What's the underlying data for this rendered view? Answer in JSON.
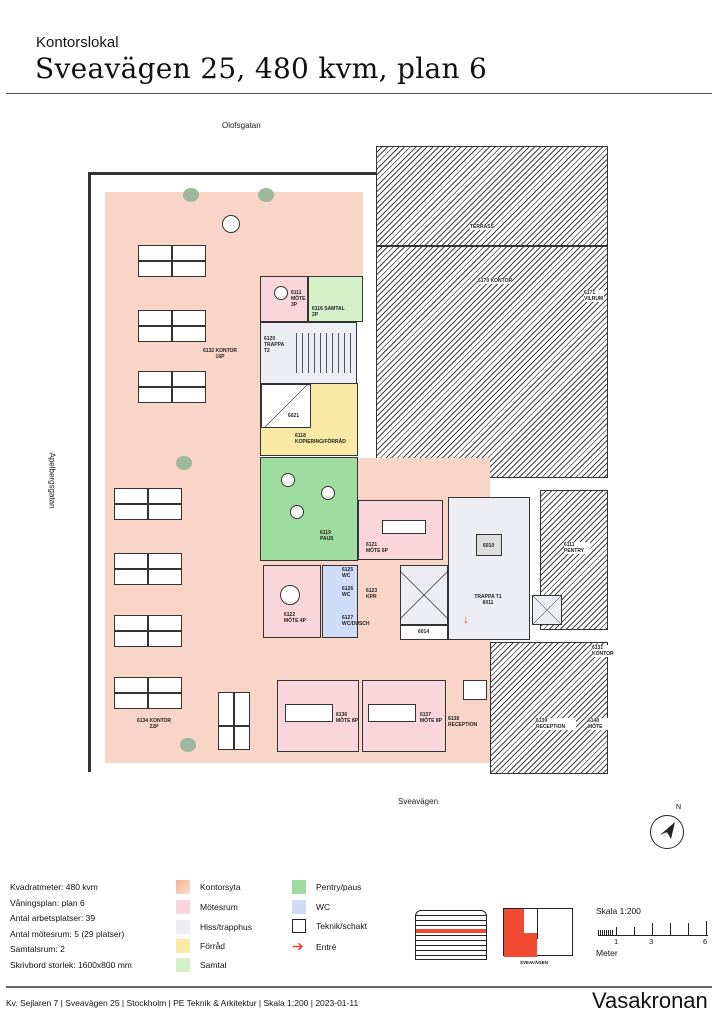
{
  "header": {
    "kicker": "Kontorslokal",
    "title": "Sveavägen 25, 480 kvm, plan 6"
  },
  "streets": {
    "north": "Olofsgatan",
    "west": "Apelbergsgatan",
    "south": "Sveavägen"
  },
  "rooms": {
    "r6132": "6132 Kontor 16P",
    "r6134": "6134 Kontor 22P",
    "r6111": "6111 Möte 3P",
    "r6116": "6116 Samtal 2P",
    "r6120": "6120 Trappa T2",
    "r6021": "6021",
    "r6118": "6118 Kopiering/Förråd",
    "r6119": "6119 Paus",
    "r6121": "6121 Möte 6P",
    "r6122": "6122 Möte 4P",
    "r6125": "6125 WC",
    "r6126": "6126 WC",
    "r6123": "6123 KPR",
    "r6127": "6127 WC/DUSCH",
    "r6014": "6014",
    "t1": "Trappa T1 6011",
    "r6010": "6010",
    "r6136": "6136 Möte 8P",
    "r6137": "6137 Möte 8P",
    "r6138": "6138 Reception",
    "terrass": "Terrass",
    "n_kontor": "6170 Kontor",
    "n_vilrum": "6171 Vilrum",
    "e_pentry": "6111 Pentry",
    "e_reception": "6139 Reception",
    "e_mote": "6140 Möte",
    "e_kontor": "6131 Kontor"
  },
  "info": [
    "Kvadratmeter: 480 kvm",
    "Våningsplan: plan 6",
    "Antal arbetsplatser: 39",
    "Antal mötesrum: 5 (29 platser)",
    "Samtalsrum: 2",
    "Skrivbord storlek: 1600x800 mm"
  ],
  "legend": [
    {
      "label": "Kontorsyta",
      "color": "#f8c4a8"
    },
    {
      "label": "Mötesrum",
      "color": "#f9d6dc"
    },
    {
      "label": "Hiss/trapphus",
      "color": "#eceef3"
    },
    {
      "label": "Förråd",
      "color": "#faeaa5"
    },
    {
      "label": "Samtal",
      "color": "#d3f0c6"
    },
    {
      "label": "Pentry/paus",
      "color": "#9fdca0"
    },
    {
      "label": "WC",
      "color": "#cfdcf7"
    },
    {
      "label": "Teknik/schakt",
      "color": "#ffffff"
    },
    {
      "label": "Entré",
      "color": "#e8462e"
    }
  ],
  "keyplan": {
    "street": "SVEAVÄGEN",
    "highlight": "#f04a32"
  },
  "scale": {
    "label": "Skala 1:200",
    "ticks": [
      "1",
      "3",
      "6"
    ],
    "unit": "Meter"
  },
  "footer": "Kv. Sejlaren 7  |  Sveavägen 25  |  Stockholm  |  PE Teknik & Arkitektur  |  Skala 1:200  |  2023-01-11",
  "brand": "Vasakronan",
  "compass": "N"
}
